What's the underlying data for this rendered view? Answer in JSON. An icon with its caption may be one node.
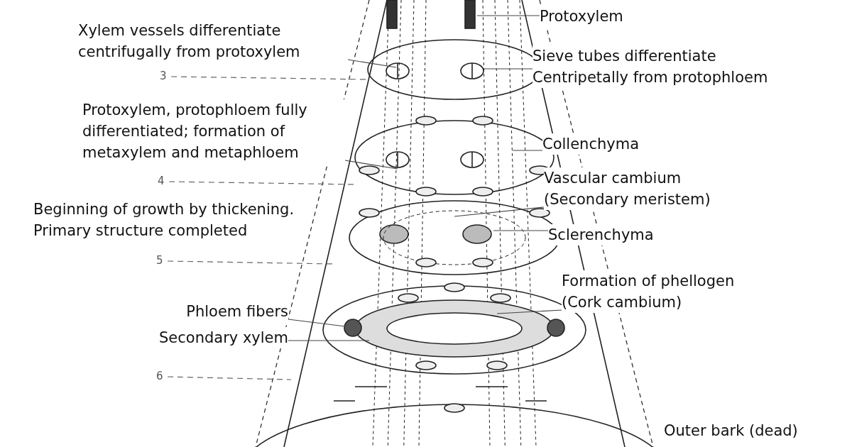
{
  "diagram": {
    "nodes": [
      {
        "text": [
          "Protoxylem"
        ]
      },
      {
        "text": [
          "Xylem vessels differentiate centrifugally from protoxylem"
        ]
      },
      {
        "text": [
          "Sieve tubes differentiate Centripetally from protophloem"
        ]
      },
      {
        "text": [
          "Protoxylem, protophloem fully differentiated; formation of metaxylem and metaphloem"
        ]
      },
      {
        "text": [
          "Collenchyma"
        ]
      },
      {
        "text": [
          "Vascular cambium (Secondary meristem)"
        ]
      },
      {
        "text": [
          "Sclerenchyma"
        ]
      },
      {
        "text": [
          "Formation of phellogen (Cork cambium)"
        ]
      },
      {
        "text": [
          "Phloem fibers"
        ]
      },
      {
        "text": [
          "Secondary xylem"
        ]
      }
    ],
    "edges": [
      {
        "from": 0,
        "to": null,
        "arrow": "none"
      },
      {
        "from": 1,
        "to": null,
        "arrow": "none"
      },
      {
        "from": 2,
        "to": null,
        "arrow": "none"
      },
      {
        "from": 3,
        "to": null,
        "arrow": "none"
      },
      {
        "from": 4,
        "to": null,
        "arrow": "none"
      },
      {
        "from": 5,
        "to": null,
        "arrow": "none"
      },
      {
        "from": 6,
        "to": null,
        "arrow": "none"
      },
      {
        "from": 7,
        "to": null,
        "arrow": "none"
      },
      {
        "from": 8,
        "to": null,
        "arrow": "none"
      },
      {
        "from": 9,
        "to": null,
        "arrow": "none"
      }
    ],
    "labels": [
      "3",
      "4",
      "Beginning of growth by thickening. Primary structure completed",
      "5",
      "6",
      "Outer bark (dead)"
    ]
  }
}
